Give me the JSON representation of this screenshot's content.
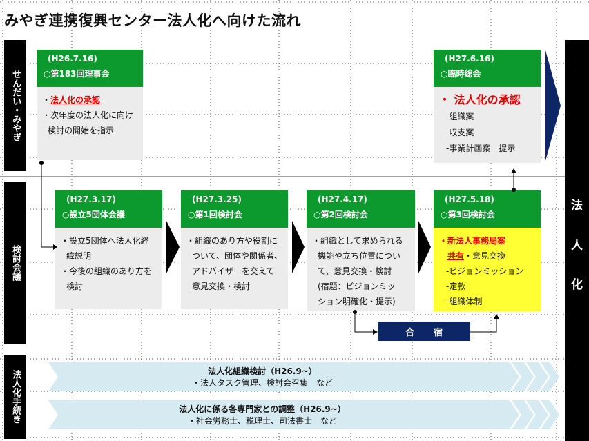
{
  "title": "みやぎ連携復興センター法人化へ向けた流れ",
  "rows": {
    "sendai": "せんだい・みやぎ",
    "kentou": "検討会議",
    "houjin": "法人化手続き"
  },
  "corporation": [
    "法",
    "人",
    "化"
  ],
  "boxes": {
    "b1": {
      "date": "(H26.7.16)",
      "name": "○第183回理事会",
      "items": [
        "・",
        "法人化の承認",
        "・次年度の法人化に向け",
        "検討の開始を指示"
      ]
    },
    "b2": {
      "date": "(H27.6.16)",
      "name": "○臨時総会",
      "big": "・ 法人化の承認",
      "items": [
        "-組織案",
        "-収支案",
        "-事業計画案　提示"
      ]
    },
    "b3": {
      "date": "(H27.3.17)",
      "name": "○設立5団体会議",
      "items": [
        "・設立5団体へ法人化経",
        "緯説明",
        "・今後の組織のあり方を",
        "検討"
      ]
    },
    "b4": {
      "date": "(H27.3.25)",
      "name": "○第1回検討会",
      "items": [
        "・組織のあり方や役割に",
        "ついて、団体や関係者、",
        "アドバイザーを交えて",
        "意見交換・検討"
      ]
    },
    "b5": {
      "date": "(H27.4.17)",
      "name": "○第2回検討会",
      "items": [
        "・組織として求められる",
        "機能や立ち位置につい",
        "て、意見交換・検討",
        "(宿題：ビジョンミッ",
        "ション明確化・提示)"
      ]
    },
    "b6": {
      "date": "(H27.5.18)",
      "name": "○第3回検討会",
      "lead": "・新法人事務局案",
      "share": "共有",
      "share_rest": "・意見交換",
      "items": [
        "-ビジョンミッション",
        "-定款",
        "-組織体制"
      ]
    }
  },
  "gasshuku": "合宿",
  "bands": [
    {
      "title": "法人化組織検討（H26.9~）",
      "sub": "・法人タスク管理、検討会召集　など"
    },
    {
      "title": "法人化に係る各専門家との調整（H26.9~）",
      "sub": "・社会労務士、税理士、司法書士　など"
    }
  ],
  "colors": {
    "green": "#0c9a2e",
    "navy": "#0d2666",
    "yellow": "#ffff33",
    "gray": "#ececec",
    "band": "#d6eaf1",
    "red": "#e00000"
  }
}
